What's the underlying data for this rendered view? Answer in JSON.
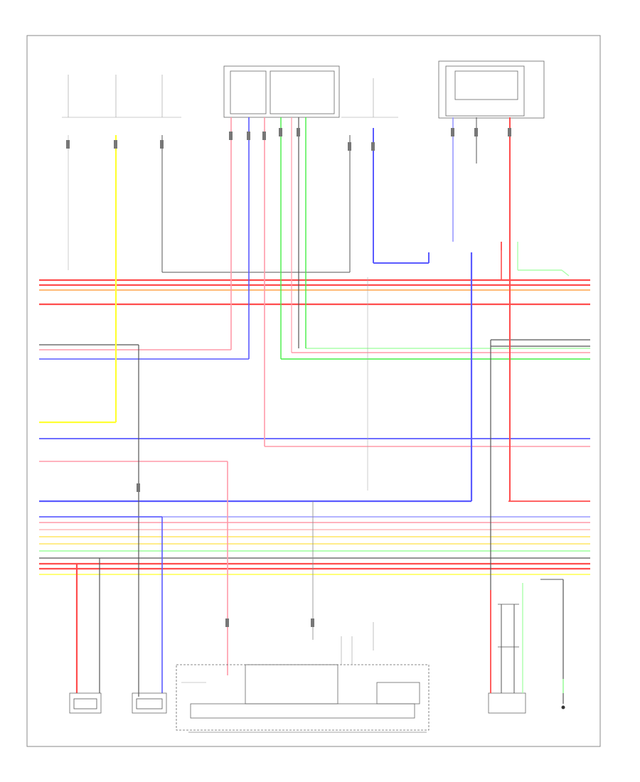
{
  "page_label": "",
  "colors": {
    "red": "#ff4d4d",
    "pink": "#ff9aa8",
    "blue": "#5a5aff",
    "lightblue": "#9a9aff",
    "yellow": "#ffff33",
    "lightyellow": "#ffe97a",
    "green": "#44ee44",
    "lightgreen": "#aaffaa",
    "gray": "#555555",
    "orange": "#ffbb77"
  },
  "components": [
    {
      "name": "left-sensor-component"
    },
    {
      "name": "center-sensor-component"
    },
    {
      "name": "control-module-block"
    },
    {
      "name": "right-switch-component"
    },
    {
      "name": "ground-symbol"
    }
  ]
}
